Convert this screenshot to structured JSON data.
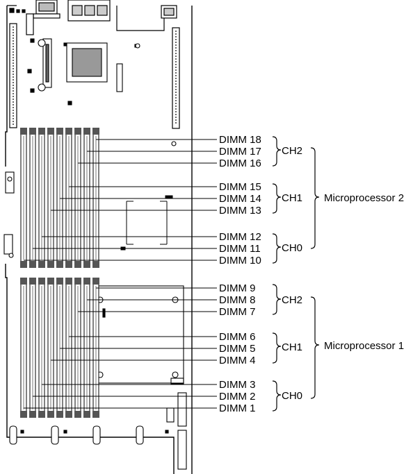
{
  "dimm_labels": [
    "DIMM 18",
    "DIMM 17",
    "DIMM 16",
    "DIMM 15",
    "DIMM 14",
    "DIMM 13",
    "DIMM 12",
    "DIMM 11",
    "DIMM 10",
    "DIMM 9",
    "DIMM 8",
    "DIMM 7",
    "DIMM 6",
    "DIMM 5",
    "DIMM 4",
    "DIMM 3",
    "DIMM 2",
    "DIMM 1"
  ],
  "channel_labels": [
    "CH2",
    "CH1",
    "CH0",
    "CH2",
    "CH1",
    "CH0"
  ],
  "processor_labels": [
    "Microprocessor 2",
    "Microprocessor 1"
  ]
}
